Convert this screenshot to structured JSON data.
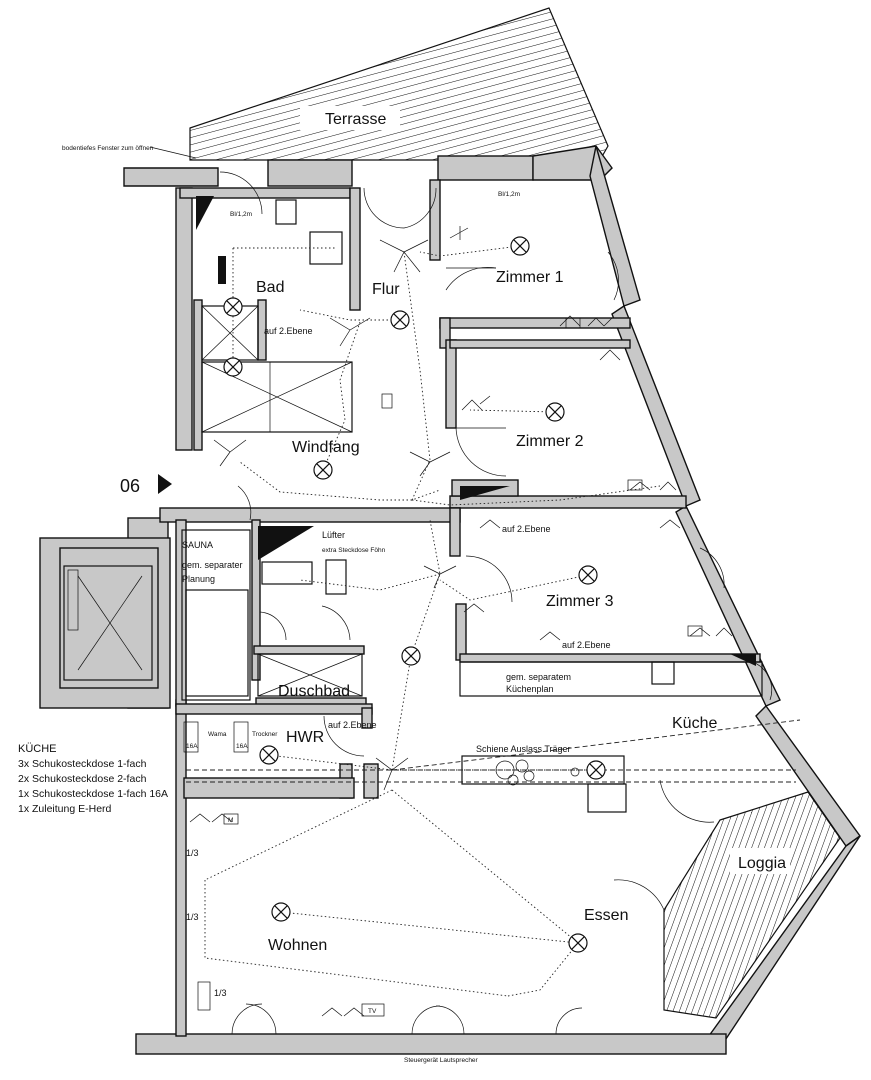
{
  "labels": {
    "terrasse": "Terrasse",
    "fenster_note": "bodentiefes Fenster zum öffnen",
    "bad": "Bad",
    "flur": "Flur",
    "zimmer1": "Zimmer 1",
    "zimmer2": "Zimmer 2",
    "zimmer3": "Zimmer 3",
    "windfang": "Windfang",
    "entrance": "06",
    "sauna_1": "SAUNA",
    "sauna_2": "gem. separater",
    "sauna_3": "Planung",
    "luefter": "Lüfter",
    "luefter_note": "extra Steckdose Föhn",
    "duschbad": "Duschbad",
    "hwr": "HWR",
    "kueche": "Küche",
    "kuechenplan_1": "gem. separatem",
    "kuechenplan_2": "Küchenplan",
    "schiene": "Schiene Auslass Träger",
    "loggia": "Loggia",
    "essen": "Essen",
    "wohnen": "Wohnen",
    "steuergeraet": "Steuergerät Lautsprecher",
    "ebene_bad": "auf 2.Ebene",
    "ebene_z2": "auf 2.Ebene",
    "ebene_z3": "auf 2.Ebene",
    "ebene_hwr": "auf 2.Ebene",
    "socket_bad": "Bl/1,2m",
    "socket_z1": "Bl/1,2m",
    "one_third_1": "1/3",
    "one_third_2": "1/3",
    "one_third_3": "1/3",
    "m_label": "M",
    "tv_label": "TV",
    "wm_1": "16A",
    "wm_1b": "Wama",
    "wm_2": "16A",
    "wm_2b": "Trockner"
  },
  "legend": {
    "title": "KÜCHE",
    "items": [
      "3x Schukosteckdose 1-fach",
      "2x Schukosteckdose 2-fach",
      "1x Schukosteckdose 1-fach 16A",
      "1x Zuleitung E-Herd"
    ]
  },
  "lamps": [
    [
      520,
      246
    ],
    [
      400,
      320
    ],
    [
      555,
      412
    ],
    [
      323,
      470
    ],
    [
      588,
      575
    ],
    [
      411,
      656
    ],
    [
      269,
      755
    ],
    [
      596,
      770
    ],
    [
      281,
      912
    ],
    [
      578,
      943
    ],
    [
      233,
      307
    ],
    [
      233,
      367
    ]
  ]
}
